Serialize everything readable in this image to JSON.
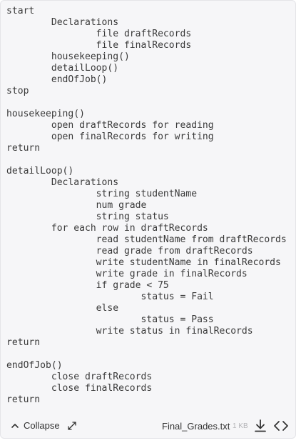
{
  "code_lines": [
    "start",
    "        Declarations",
    "                file draftRecords",
    "                file finalRecords",
    "        housekeeping()",
    "        detailLoop()",
    "        endOfJob()",
    "stop",
    "",
    "housekeeping()",
    "        open draftRecords for reading",
    "        open finalRecords for writing",
    "return",
    "",
    "detailLoop()",
    "        Declarations",
    "                string studentName",
    "                num grade",
    "                string status",
    "        for each row in draftRecords",
    "                read studentName from draftRecords",
    "                read grade from draftRecords",
    "                write studentName in finalRecords",
    "                write grade in finalRecords",
    "                if grade < 75",
    "                        status = Fail",
    "                else",
    "                        status = Pass",
    "                write status in finalRecords",
    "return",
    "",
    "endOfJob()",
    "        close draftRecords",
    "        close finalRecords",
    "return"
  ],
  "footer": {
    "collapse_label": "Collapse",
    "file_name": "Final_Grades.txt",
    "file_size": "1 KB"
  },
  "icons": {
    "collapse": "chevron-up-icon",
    "expand": "expand-arrows-icon",
    "download": "download-icon",
    "code": "code-brackets-icon"
  },
  "colors": {
    "panel_background": "#f6f6f8",
    "code_text": "#3a3a3a",
    "muted_text": "#b5b5b8"
  }
}
